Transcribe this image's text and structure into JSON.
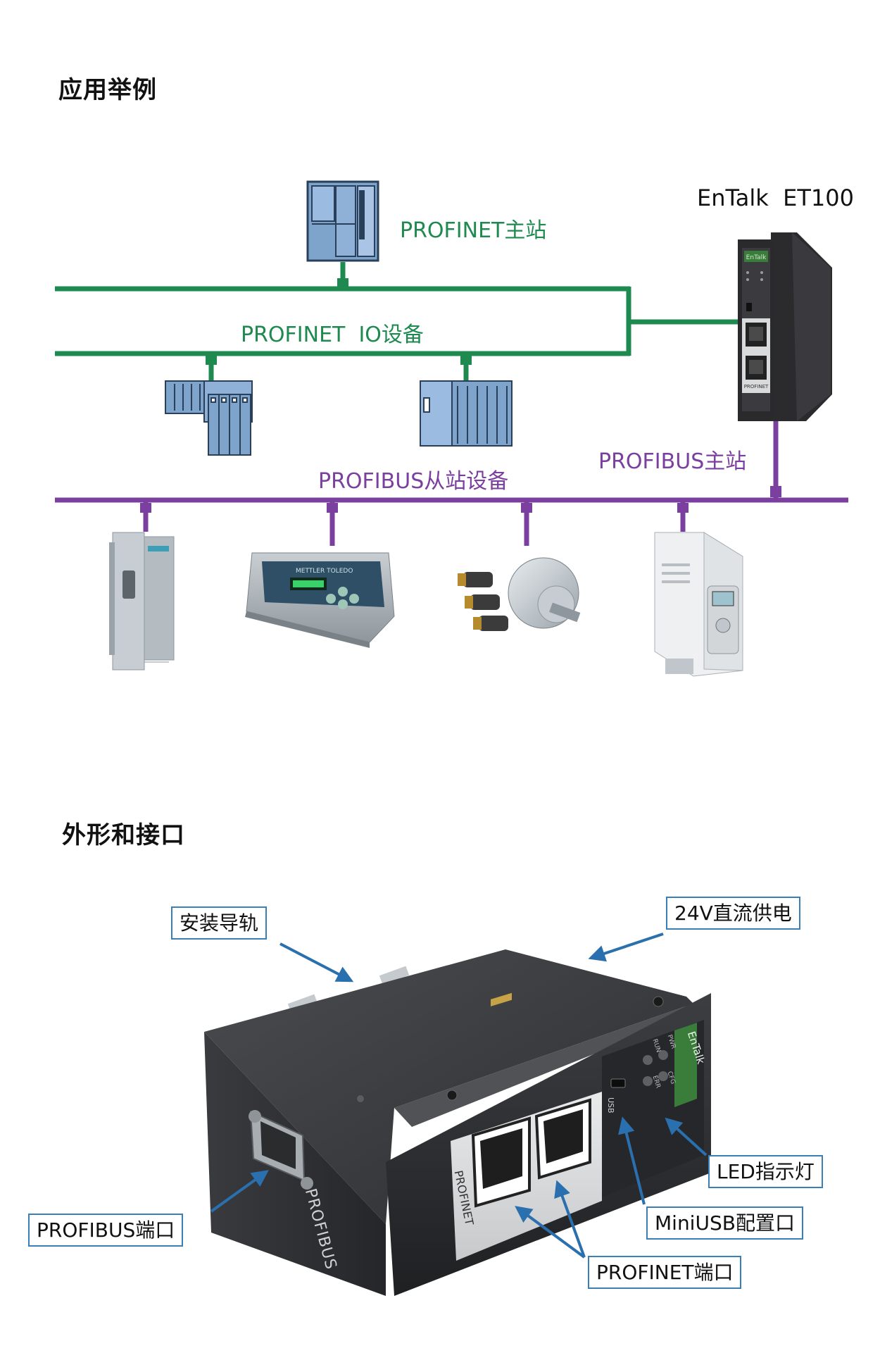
{
  "section1": {
    "title": "应用举例"
  },
  "diagram": {
    "gateway_label": "EnTalk  ET100",
    "gateway_brand": "EnTalk",
    "gateway_bottom_label": "PROFINET",
    "profinet_master_label": "PROFINET主站",
    "profinet_io_label": "PROFINET  IO设备",
    "profibus_master_label": "PROFIBUS主站",
    "profibus_slave_label": "PROFIBUS从站设备",
    "scale_brand": "METTLER TOLEDO",
    "colors": {
      "profinet": "#1e8a50",
      "profibus": "#7b3fa0",
      "callout_border": "#3a7fb8"
    }
  },
  "section2": {
    "title": "外形和接口"
  },
  "device": {
    "side_label": "PROFIBUS",
    "port_panel_label": "PROFINET",
    "usb_label": "USB",
    "brand": "EnTalk",
    "led_names": [
      "PWR",
      "RUN",
      "CFG",
      "ERR"
    ]
  },
  "callouts": {
    "rail": "安装导轨",
    "power": "24V直流供电",
    "led": "LED指示灯",
    "usb": "MiniUSB配置口",
    "profibus_port": "PROFIBUS端口",
    "profinet_port": "PROFINET端口"
  }
}
